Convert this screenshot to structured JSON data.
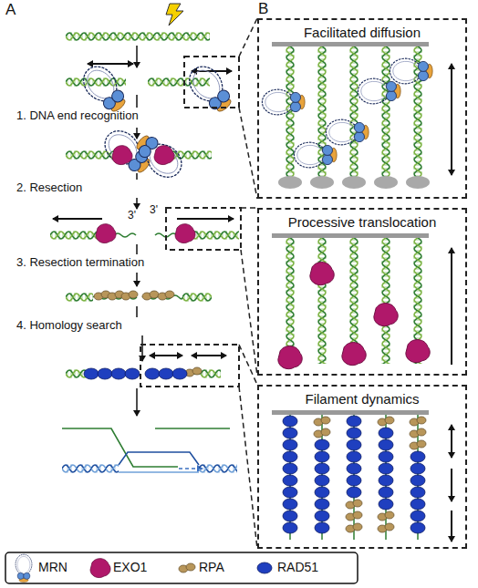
{
  "diagram": {
    "nodes": [
      {
        "text": [
          "Facilitated diffusion"
        ]
      },
      {
        "text": [
          "Processive translocation"
        ]
      },
      {
        "text": [
          "Filament dynamics"
        ]
      }
    ],
    "labels": [
      "A",
      "B",
      "1. DNA end recognition",
      "2. Resection",
      "3'",
      "3'",
      "3. Resection termination",
      "4. Homology search"
    ],
    "legend": [
      {
        "text": "MRN"
      },
      {
        "text": "EXO1"
      },
      {
        "text": "RPA"
      },
      {
        "text": "RAD51"
      }
    ]
  }
}
